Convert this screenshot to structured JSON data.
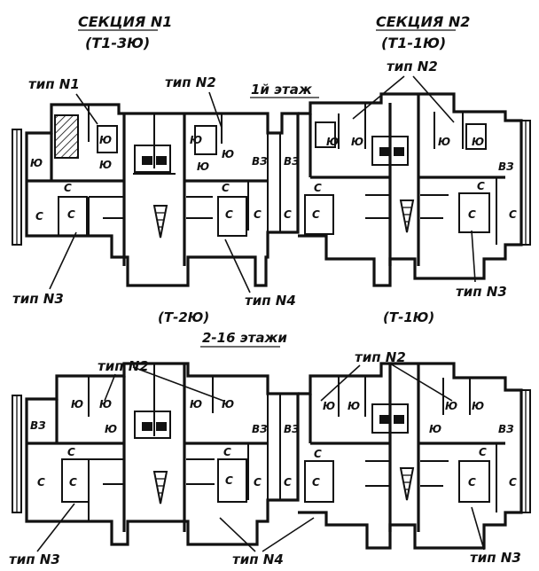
{
  "headings": {
    "section1_title": "СЕКЦИЯ N1",
    "section1_code": "(Т1-3Ю)",
    "section2_title": "СЕКЦИЯ N2",
    "section2_code": "(Т1-1Ю)",
    "floor1": "1й этаж",
    "floor2_16": "2-16 этажи",
    "upper_left_code": "(Т-2Ю)",
    "upper_right_code": "(Т-1Ю)"
  },
  "type_labels": {
    "t1": "тип N1",
    "t2": "тип N2",
    "t3": "тип N3",
    "t4": "тип N4"
  },
  "room_labels": {
    "south": "Ю",
    "north": "С",
    "east_west": "ВЗ"
  },
  "colors": {
    "ink": "#111111",
    "paper": "#ffffff"
  }
}
